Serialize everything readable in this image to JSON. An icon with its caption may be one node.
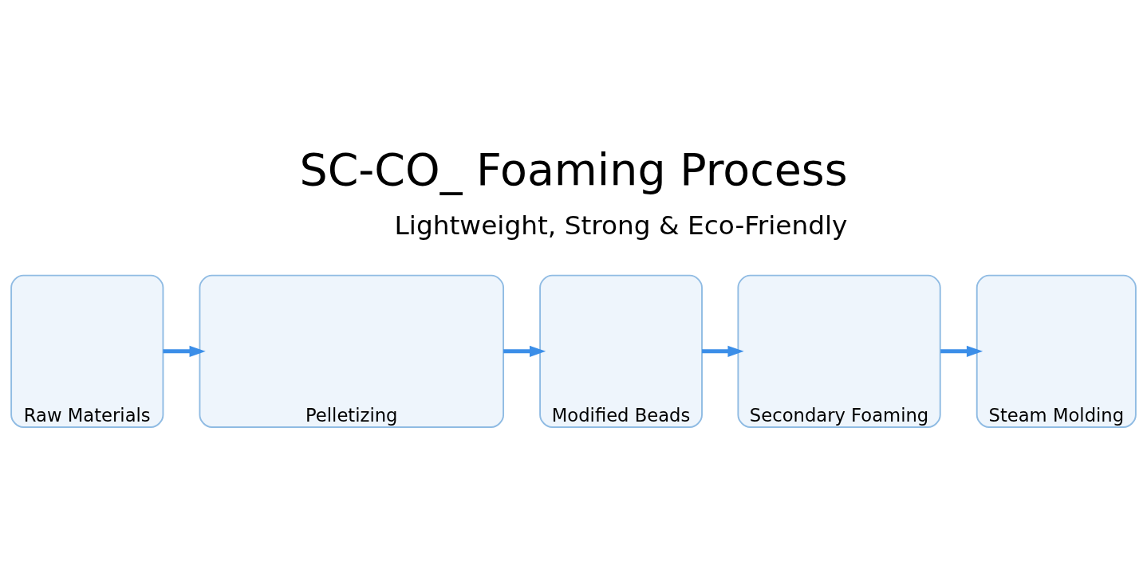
{
  "diagram": {
    "title": "SC-CO_ Foaming Process",
    "nodes": [
      {
        "text": [
          "Raw Materials"
        ]
      },
      {
        "text": [
          "Pelletizing"
        ]
      },
      {
        "text": [
          "Modified Beads"
        ]
      },
      {
        "text": [
          "Secondary Foaming"
        ]
      },
      {
        "text": [
          "Steam Molding"
        ]
      }
    ],
    "edges": [
      {
        "from": 0,
        "to": 1,
        "arrow": "to"
      },
      {
        "from": 1,
        "to": 2,
        "arrow": "to"
      },
      {
        "from": 2,
        "to": 3,
        "arrow": "to"
      },
      {
        "from": 3,
        "to": 4,
        "arrow": "to"
      }
    ],
    "labels": [
      "Lightweight, Strong & Eco-Friendly"
    ]
  }
}
